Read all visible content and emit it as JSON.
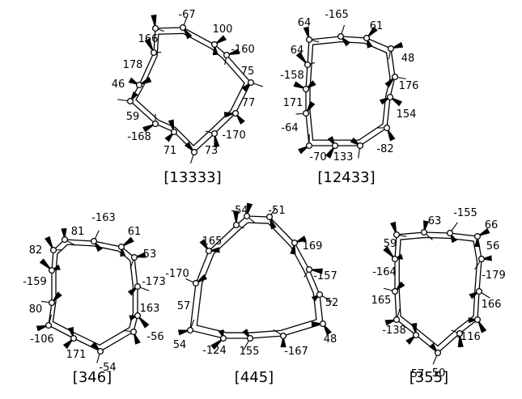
{
  "diagrams": [
    {
      "id": "c13333",
      "name": "[13333]",
      "torsions": [
        "-67",
        "100",
        "-160",
        "75",
        "77",
        "-170",
        "73",
        "71",
        "-168",
        "59",
        "46",
        "178",
        "166"
      ]
    },
    {
      "id": "c12433",
      "name": "[12433]",
      "torsions": [
        "64",
        "-165",
        "61",
        "48",
        "176",
        "154",
        "-82",
        "133",
        "-70",
        "-64",
        "171",
        "-158",
        "64"
      ]
    },
    {
      "id": "c346",
      "name": "[346]",
      "torsions": [
        "81",
        "-163",
        "61",
        "53",
        "-173",
        "163",
        "-56",
        "-54",
        "171",
        "-106",
        "80",
        "-159",
        "82"
      ]
    },
    {
      "id": "c445",
      "name": "[445]",
      "torsions": [
        "-54",
        "-51",
        "169",
        "-157",
        "52",
        "48",
        "-167",
        "155",
        "-124",
        "54",
        "57",
        "-170",
        "165"
      ]
    },
    {
      "id": "c355",
      "name": "[355]",
      "torsions": [
        "63",
        "-155",
        "66",
        "56",
        "-179",
        "166",
        "-116",
        "50",
        "57",
        "-138",
        "165",
        "-164",
        "59"
      ]
    }
  ]
}
